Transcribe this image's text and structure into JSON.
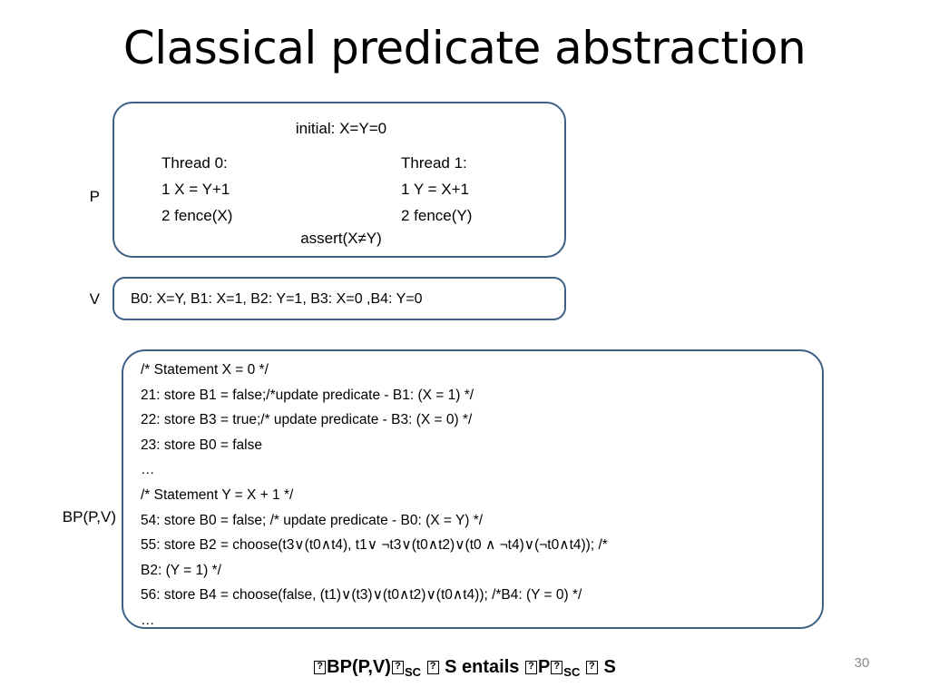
{
  "slide": {
    "title": "Classical predicate abstraction",
    "page_number": "30"
  },
  "program_box": {
    "label": "P",
    "initial": "initial: X=Y=0",
    "assert": "assert(X≠Y)",
    "threads": [
      {
        "header": "Thread 0:",
        "lines": [
          "1 X = Y+1",
          "2 fence(X)"
        ]
      },
      {
        "header": "Thread 1:",
        "lines": [
          "1 Y = X+1",
          "2 fence(Y)"
        ]
      }
    ]
  },
  "predicates_box": {
    "label": "V",
    "text": "B0: X=Y, B1: X=1, B2: Y=1, B3: X=0 ,B4: Y=0"
  },
  "boolean_program_box": {
    "label": "BP(P,V)",
    "lines": [
      "/* Statement X = 0 */",
      "21:   store B1 = false;/*update predicate - B1: (X = 1) */",
      "22:   store B3 = true;/* update predicate - B3: (X = 0) */",
      "23:   store B0 = false",
      "…",
      "/* Statement Y = X + 1 */",
      "54:   store B0 = false; /* update predicate - B0: (X = Y) */",
      "55:   store B2 = choose(t3∨(t0∧t4), t1∨ ¬t3∨(t0∧t2)∨(t0 ∧ ¬t4)∨(¬t0∧t4)); /*",
      "B2: (Y = 1) */",
      "56:   store B4 = choose(false, (t1)∨(t3)∨(t0∧t2)∨(t0∧t4)); /*B4: (Y = 0) */",
      "…"
    ]
  },
  "caption": {
    "part_1": "BP(P,V)",
    "sub_1": "SC",
    "part_2": "S entails",
    "part_3": "P",
    "sub_2": "SC",
    "part_4": "S"
  },
  "colors": {
    "box_border": "#3D6086",
    "text": "#000000",
    "page_number": "#8A8A8A",
    "background": "#FFFFFF"
  }
}
